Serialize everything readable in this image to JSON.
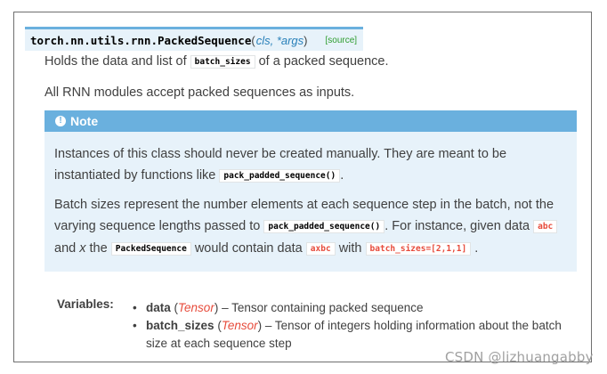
{
  "signature": {
    "name": "torch.nn.utils.rnn.PackedSequence",
    "open_paren": "(",
    "args": "cls, *args",
    "close_paren": ")",
    "source_link": "[source]"
  },
  "intro": {
    "line1_before": "Holds the data and list of",
    "line1_code": "batch_sizes",
    "line1_after": "of a packed sequence.",
    "line2": "All RNN modules accept packed sequences as inputs."
  },
  "note": {
    "icon": "info-circle-icon",
    "title": "Note",
    "para1_text": "Instances of this class should never be created manually. They are meant to be instantiated by functions like",
    "para1_code": "pack_padded_sequence()",
    "para1_end": ".",
    "para2_text1": "Batch sizes represent the number elements at each sequence step in the batch, not the varying sequence lengths passed to",
    "para2_code1": "pack_padded_sequence()",
    "para2_text2": ". For instance, given data",
    "para2_code2": "abc",
    "para2_text3": "and",
    "para2_var": "x",
    "para2_text4": "the",
    "para2_code3": "PackedSequence",
    "para2_text5": "would contain data",
    "para2_code4": "axbc",
    "para2_text6": "with",
    "para2_code5": "batch_sizes=[2,1,1]",
    "para2_end": "."
  },
  "variables": {
    "label": "Variables:",
    "items": [
      {
        "name": "data",
        "open": "(",
        "type": "Tensor",
        "close": ")",
        "desc": "– Tensor containing packed sequence"
      },
      {
        "name": "batch_sizes",
        "open": "(",
        "type": "Tensor",
        "close": ")",
        "desc": "– Tensor of integers holding information about the batch size at each sequence step"
      }
    ]
  },
  "watermark": "CSDN @lizhuangabby",
  "colors": {
    "note_header": "#6ab0de",
    "note_bg": "#e7f2fa",
    "code_red": "#e74c3c",
    "link_blue": "#2980b9",
    "source_green": "#2e9d2e"
  }
}
